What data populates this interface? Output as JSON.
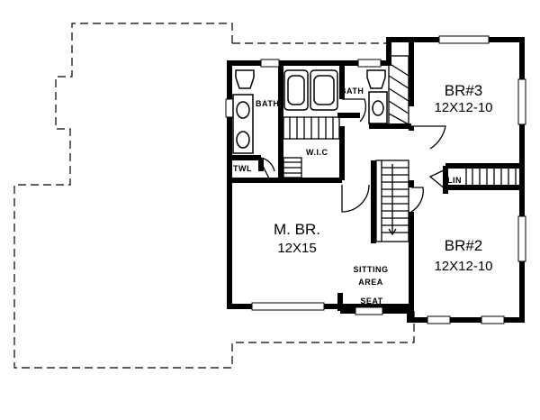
{
  "rooms": {
    "br3": {
      "name": "BR#3",
      "dims": "12X12-10"
    },
    "br2": {
      "name": "BR#2",
      "dims": "12X12-10"
    },
    "mbr": {
      "name": "M. BR.",
      "dims": "12X15"
    }
  },
  "labels": {
    "bath_left": "BATH",
    "bath_right": "BATH",
    "wic": "W.I.C",
    "twl": "TWL",
    "lin": "LIN",
    "sitting_1": "SITTING",
    "sitting_2": "AREA",
    "seat": "SEAT"
  }
}
